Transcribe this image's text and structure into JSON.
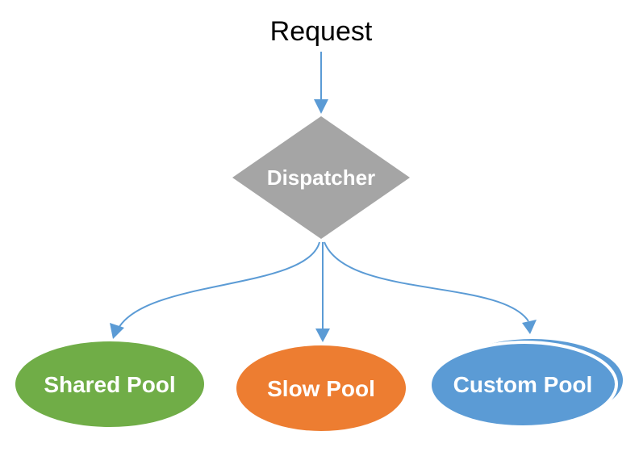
{
  "request": {
    "label": "Request"
  },
  "dispatcher": {
    "label": "Dispatcher",
    "color": "#a5a5a5"
  },
  "pools": [
    {
      "label": "Shared Pool",
      "color": "#70ad47"
    },
    {
      "label": "Slow Pool",
      "color": "#ed7d31"
    },
    {
      "label": "Custom Pool",
      "color": "#5b9bd5"
    }
  ],
  "colors": {
    "edge": "#5b9bd5",
    "text_dark": "#000000",
    "text_light": "#ffffff"
  }
}
